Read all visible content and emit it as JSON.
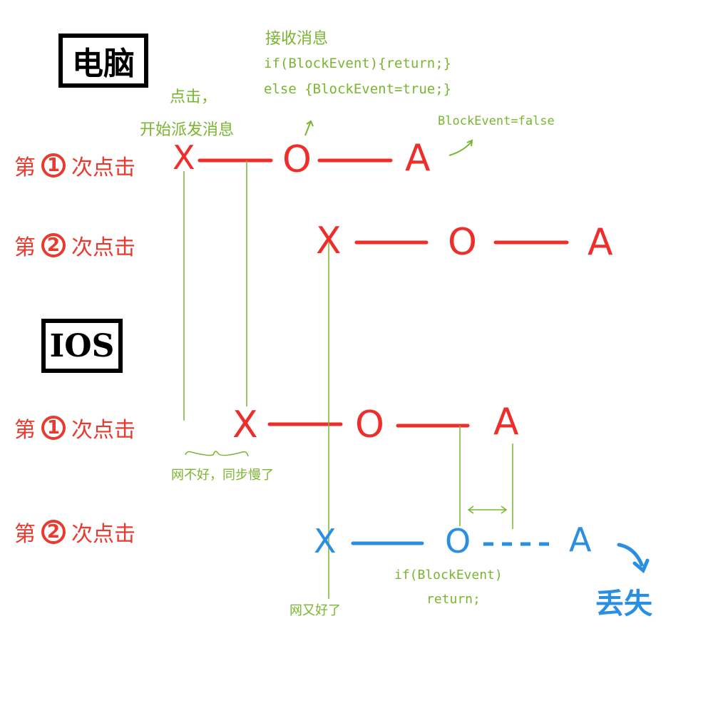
{
  "headers": {
    "pc": "电脑",
    "ios": "IOS"
  },
  "rows": [
    {
      "prefix": "第",
      "num": "1",
      "suffix": "次点击"
    },
    {
      "prefix": "第",
      "num": "2",
      "suffix": "次点击"
    },
    {
      "prefix": "第",
      "num": "1",
      "suffix": "次点击"
    },
    {
      "prefix": "第",
      "num": "2",
      "suffix": "次点击"
    }
  ],
  "nodes": {
    "x": "X",
    "o": "O",
    "a": "A"
  },
  "notes": {
    "click": "点击，",
    "start": "开始派发消息",
    "recv_title": "接收消息",
    "recv_if": "if(BlockEvent){return;}",
    "recv_else": "else {BlockEvent=true;}",
    "block_false": "BlockEvent=false",
    "slow": "网不好，同步慢了",
    "good": "网又好了",
    "cond_if": "if(BlockEvent)",
    "cond_ret": "return;",
    "lost": "丢失"
  },
  "colors": {
    "red": "#ee2e2a",
    "blue": "#2a8fe0",
    "green": "#79b531",
    "black": "#000000"
  }
}
